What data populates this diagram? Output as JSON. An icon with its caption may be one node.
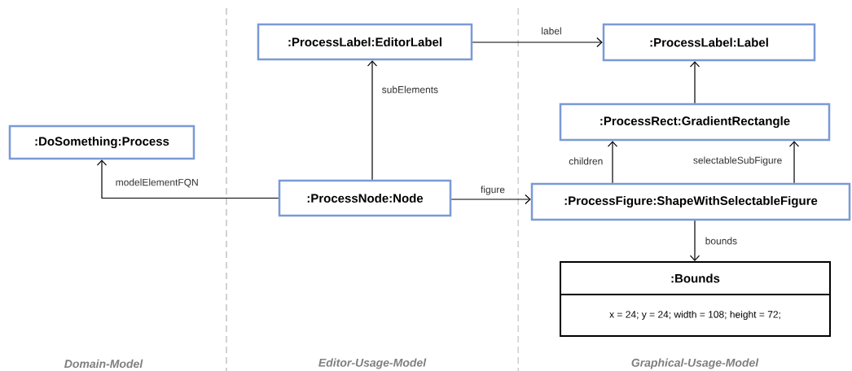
{
  "diagram": {
    "nodes": [
      {
        "text": [
          ":DoSomething:Process"
        ]
      },
      {
        "text": [
          ":ProcessLabel:EditorLabel"
        ]
      },
      {
        "text": [
          ":ProcessNode:Node"
        ]
      },
      {
        "text": [
          ":ProcessLabel:Label"
        ]
      },
      {
        "text": [
          ":ProcessRect:GradientRectangle"
        ]
      },
      {
        "text": [
          ":ProcessFigure:ShapeWithSelectableFigure"
        ]
      },
      {
        "text": [
          ":Bounds",
          "x = 24;   y = 24;   width = 108;   height = 72;"
        ]
      }
    ],
    "edges": [
      {
        "from": 2,
        "to": 0,
        "arrow": "to",
        "label": "modelElementFQN"
      },
      {
        "from": 2,
        "to": 1,
        "arrow": "to",
        "label": "subElements"
      },
      {
        "from": 1,
        "to": 3,
        "arrow": "to",
        "label": "label"
      },
      {
        "from": 2,
        "to": 5,
        "arrow": "to",
        "label": "figure"
      },
      {
        "from": 4,
        "to": 3,
        "arrow": "to"
      },
      {
        "from": 5,
        "to": 4,
        "arrow": "to",
        "label": "children"
      },
      {
        "from": 5,
        "to": 4,
        "arrow": "to",
        "label": "selectableSubFigure"
      },
      {
        "from": 5,
        "to": 6,
        "arrow": "to",
        "label": "bounds"
      }
    ],
    "labels": [
      "Domain-Model",
      "Editor-Usage-Model",
      "Graphical-Usage-Model"
    ]
  }
}
